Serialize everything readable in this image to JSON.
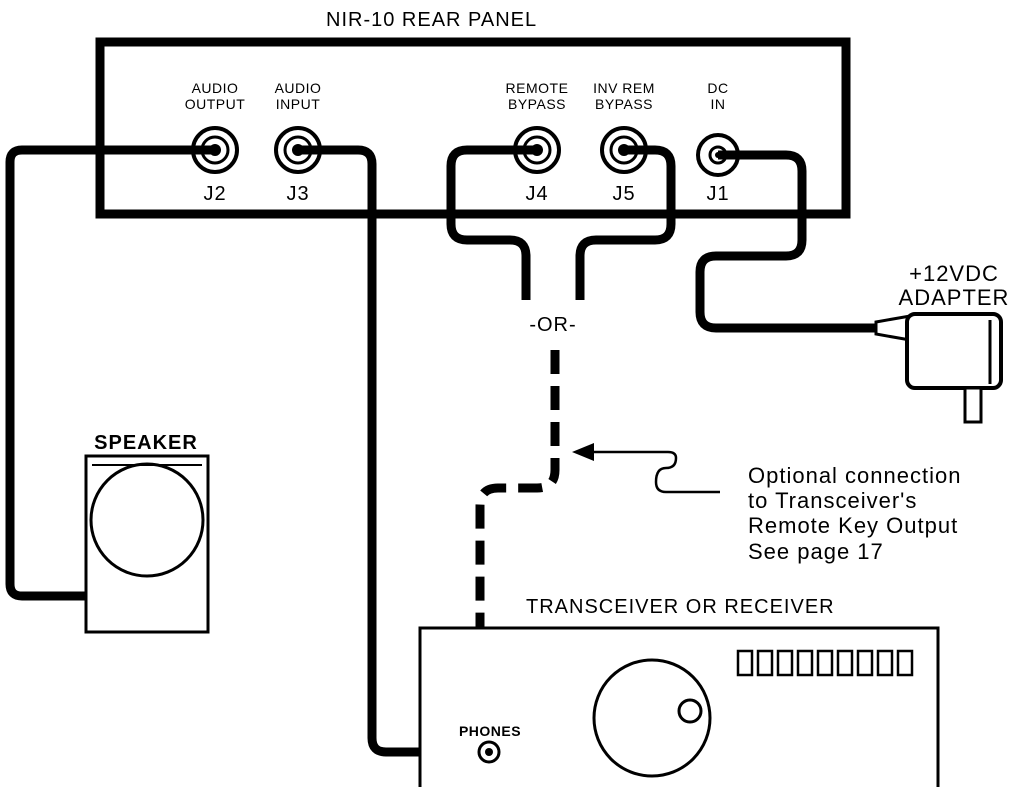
{
  "panel": {
    "title": "NIR-10 REAR PANEL",
    "jacks": [
      {
        "label_line1": "AUDIO",
        "label_line2": "OUTPUT",
        "id": "J2"
      },
      {
        "label_line1": "AUDIO",
        "label_line2": "INPUT",
        "id": "J3"
      },
      {
        "label_line1": "REMOTE",
        "label_line2": "BYPASS",
        "id": "J4"
      },
      {
        "label_line1": "INV REM",
        "label_line2": "BYPASS",
        "id": "J5"
      },
      {
        "label_line1": "DC",
        "label_line2": "IN",
        "id": "J1"
      }
    ]
  },
  "or_label": "-OR-",
  "adapter": {
    "line1": "+12VDC",
    "line2": "ADAPTER"
  },
  "speaker": {
    "label": "SPEAKER"
  },
  "radio": {
    "label": "TRANSCEIVER OR RECEIVER",
    "phones": "PHONES"
  },
  "note": {
    "line1": "Optional connection",
    "line2": "to Transceiver's",
    "line3": "Remote Key Output",
    "line4": "See page 17"
  }
}
